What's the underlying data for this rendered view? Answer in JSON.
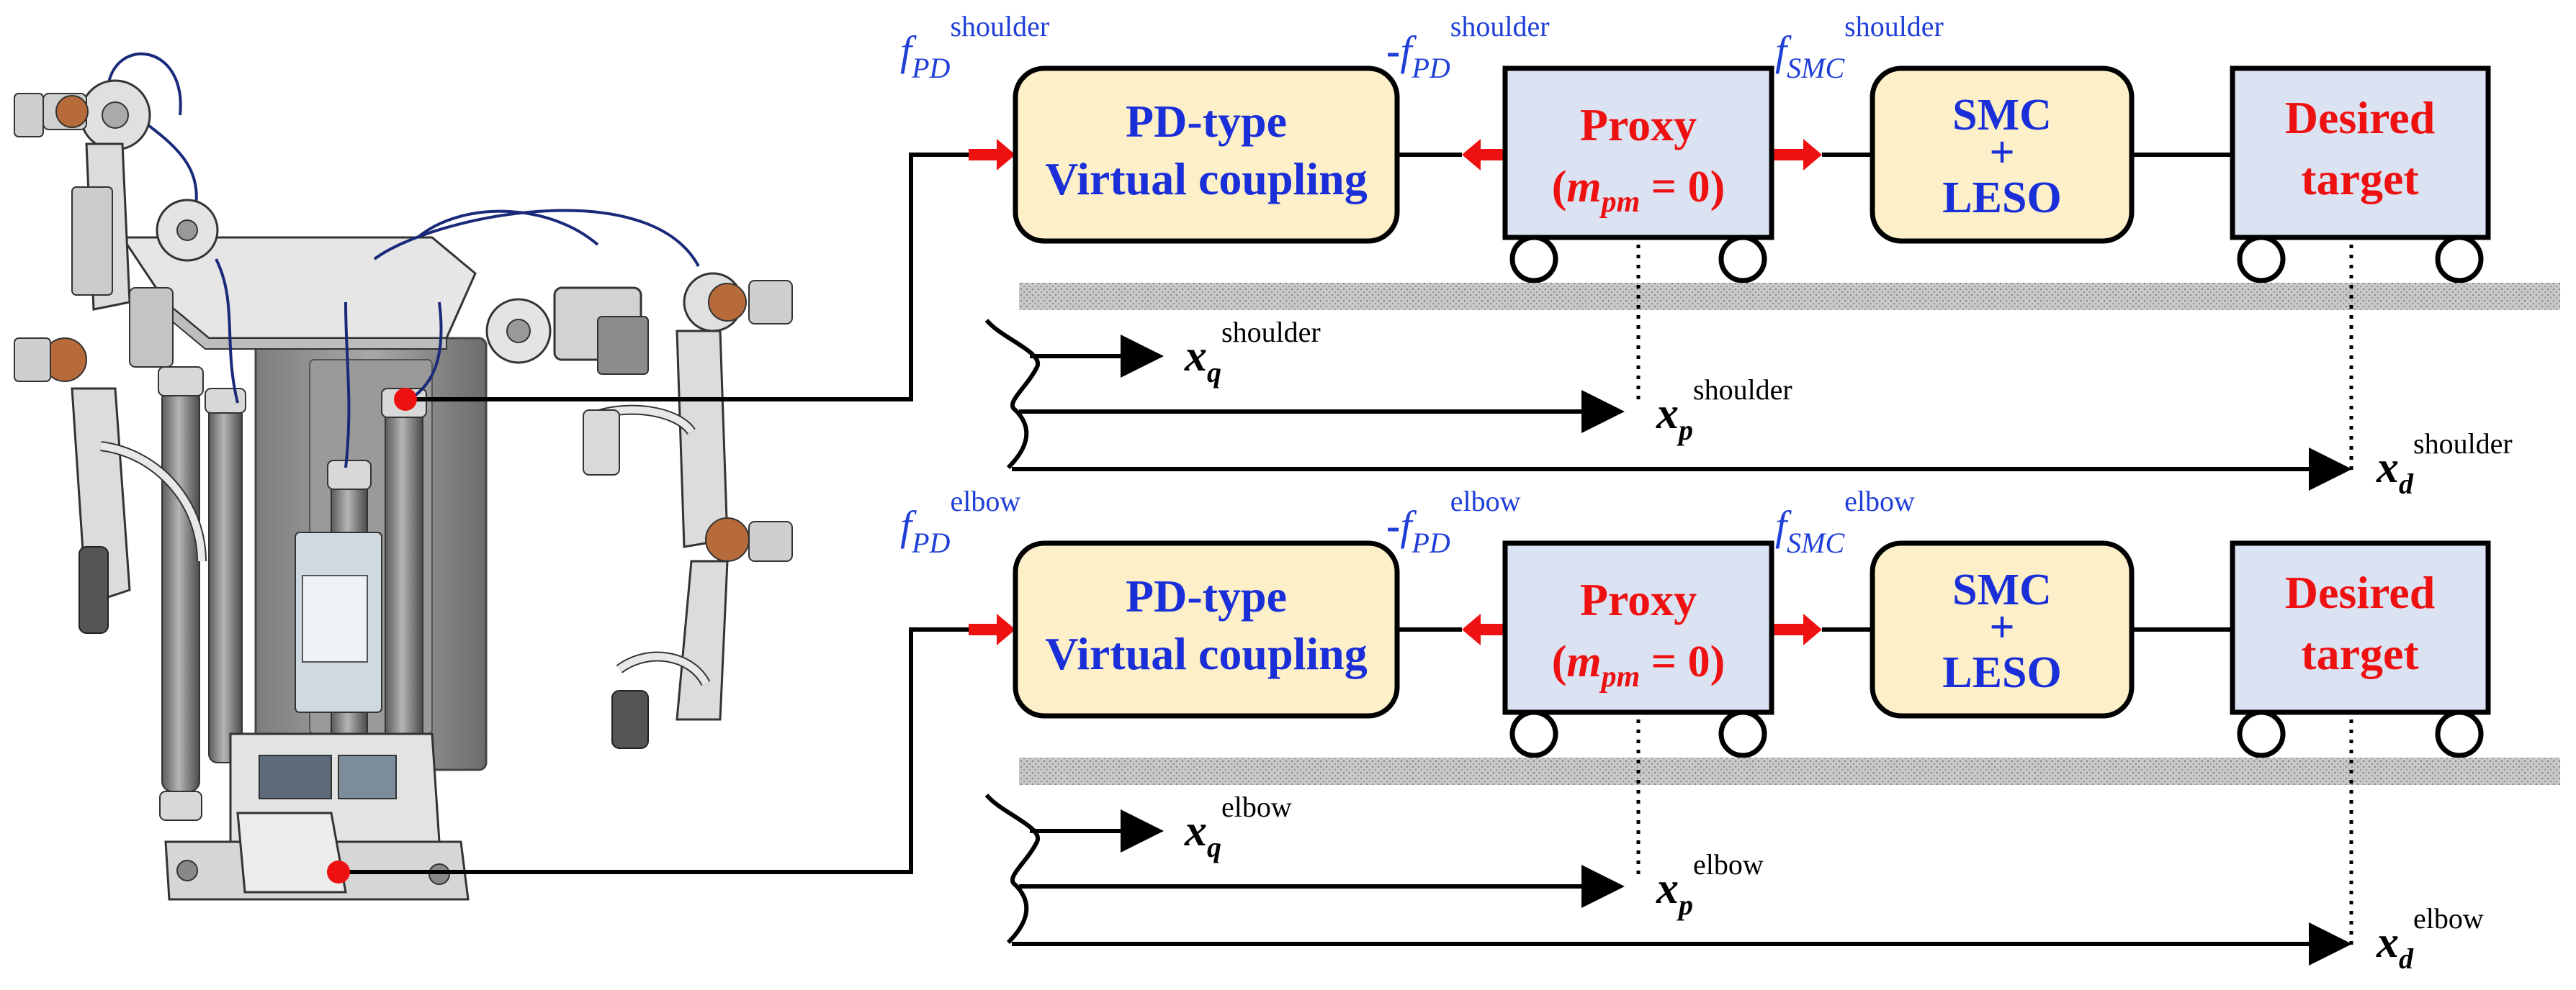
{
  "colors": {
    "box_yellow": "#fdf0c8",
    "box_blue": "#dbe3f3",
    "text_blue": "#1a2fd8",
    "text_red": "#ee1111",
    "force_label": "#1f3fd6",
    "arrow_red": "#ee1111",
    "ground": "#c8c8c8"
  },
  "icons": {
    "exoskeleton": "upper-limb-exoskeleton-cad-icon",
    "wheel": "cart-wheel-icon"
  },
  "rows": [
    {
      "id": "shoulder",
      "force_pd": {
        "sym": "f",
        "sub": "PD",
        "sup": "shoulder"
      },
      "force_pd_neg": {
        "sign": "-",
        "sym": "f",
        "sub": "PD",
        "sup": "shoulder"
      },
      "force_smc": {
        "sym": "f",
        "sub": "SMC",
        "sup": "shoulder"
      },
      "box_pd": {
        "line1": "PD-type",
        "line2": "Virtual coupling"
      },
      "box_proxy": {
        "line1": "Proxy",
        "open": "(",
        "m": "m",
        "msub": "pm",
        "eq": " = 0)"
      },
      "box_smc": {
        "line1": "SMC",
        "line2": "+",
        "line3": "LESO"
      },
      "box_target": {
        "line1": "Desired",
        "line2": "target"
      },
      "x_q": {
        "sym": "x",
        "sub": "q",
        "sup": "shoulder"
      },
      "x_p": {
        "sym": "x",
        "sub": "p",
        "sup": "shoulder"
      },
      "x_d": {
        "sym": "x",
        "sub": "d",
        "sup": "shoulder"
      }
    },
    {
      "id": "elbow",
      "force_pd": {
        "sym": "f",
        "sub": "PD",
        "sup": "elbow"
      },
      "force_pd_neg": {
        "sign": "-",
        "sym": "f",
        "sub": "PD",
        "sup": "elbow"
      },
      "force_smc": {
        "sym": "f",
        "sub": "SMC",
        "sup": "elbow"
      },
      "box_pd": {
        "line1": "PD-type",
        "line2": "Virtual coupling"
      },
      "box_proxy": {
        "line1": "Proxy",
        "open": "(",
        "m": "m",
        "msub": "pm",
        "eq": " = 0)"
      },
      "box_smc": {
        "line1": "SMC",
        "line2": "+",
        "line3": "LESO"
      },
      "box_target": {
        "line1": "Desired",
        "line2": "target"
      },
      "x_q": {
        "sym": "x",
        "sub": "q",
        "sup": "elbow"
      },
      "x_p": {
        "sym": "x",
        "sub": "p",
        "sup": "elbow"
      },
      "x_d": {
        "sym": "x",
        "sub": "d",
        "sup": "elbow"
      }
    }
  ]
}
